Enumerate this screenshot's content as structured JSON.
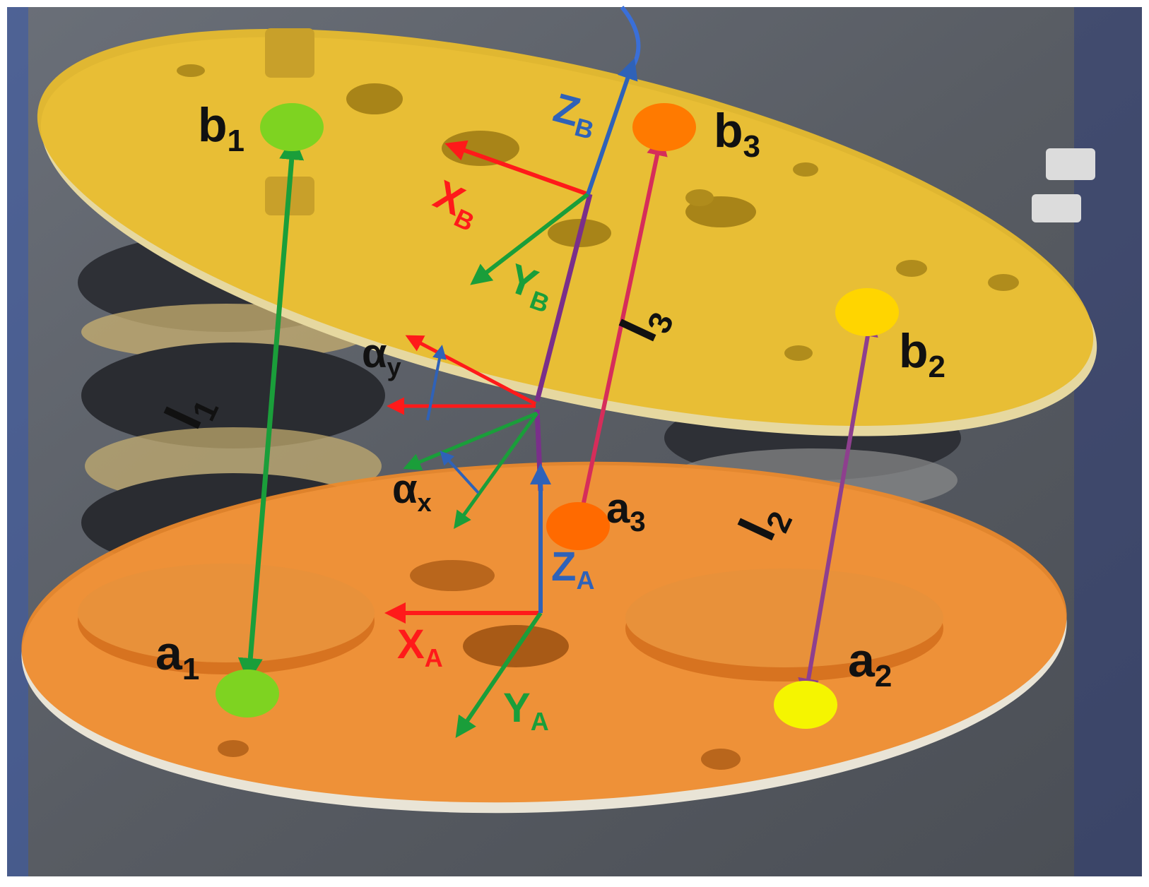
{
  "colors": {
    "background_photo": "#5b6068",
    "top_plate": "#e8bc2e",
    "bottom_plate": "#ee8a2a",
    "point_b1": "#7ed321",
    "point_b2": "#ffd500",
    "point_b3": "#ff7a00",
    "point_a1": "#7ed321",
    "point_a2": "#f5f500",
    "point_a3": "#ff6a00",
    "axis_x": "#ff1a1a",
    "axis_y": "#1a9e3a",
    "axis_z": "#2f62b8",
    "leg_l1": "#1a9e3a",
    "leg_l2": "#8e3f8e",
    "leg_l3": "#d62d5a",
    "offset_link": "#7a2f8a",
    "label_text": "#111111"
  },
  "points": {
    "b1": {
      "base": "b",
      "sub": "1"
    },
    "b2": {
      "base": "b",
      "sub": "2"
    },
    "b3": {
      "base": "b",
      "sub": "3"
    },
    "a1": {
      "base": "a",
      "sub": "1"
    },
    "a2": {
      "base": "a",
      "sub": "2"
    },
    "a3": {
      "base": "a",
      "sub": "3"
    }
  },
  "legs": {
    "l1": {
      "base": "l",
      "sub": "1"
    },
    "l2": {
      "base": "l",
      "sub": "2"
    },
    "l3": {
      "base": "l",
      "sub": "3"
    }
  },
  "frame_b": {
    "x": {
      "base": "X",
      "sub": "B"
    },
    "y": {
      "base": "Y",
      "sub": "B"
    },
    "z": {
      "base": "Z",
      "sub": "B"
    }
  },
  "frame_a": {
    "x": {
      "base": "X",
      "sub": "A"
    },
    "y": {
      "base": "Y",
      "sub": "A"
    },
    "z": {
      "base": "Z",
      "sub": "A"
    }
  },
  "angles": {
    "alpha_y": {
      "base": "α",
      "sub": "y"
    },
    "alpha_x": {
      "base": "α",
      "sub": "x"
    }
  }
}
